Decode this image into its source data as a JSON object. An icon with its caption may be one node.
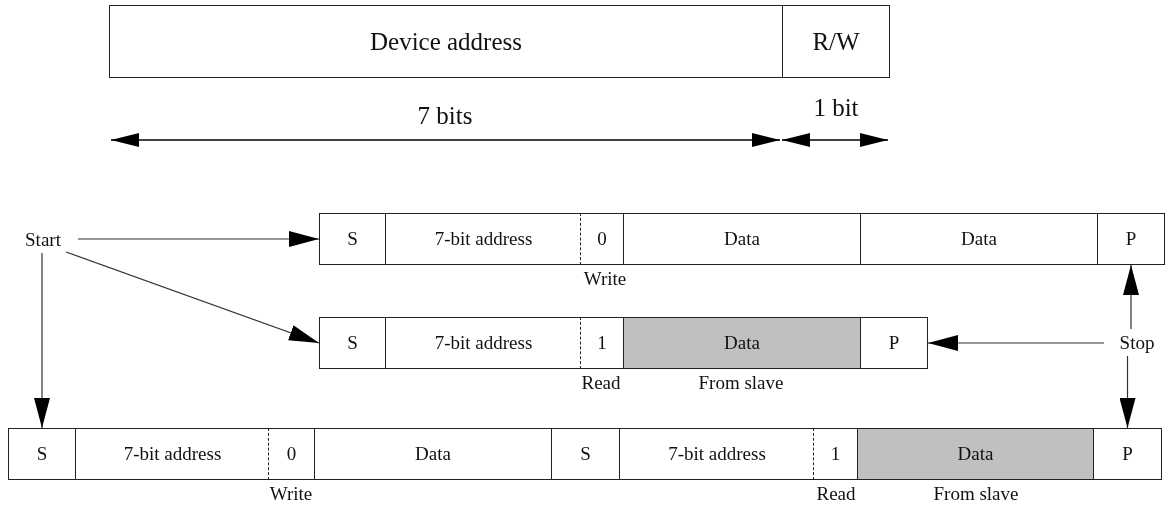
{
  "diagram": {
    "nodes": [
      {
        "text": [
          "Device address"
        ]
      },
      {
        "text": [
          "R/W"
        ]
      },
      {
        "text": [
          "Start"
        ]
      },
      {
        "text": [
          "S"
        ]
      },
      {
        "text": [
          "7-bit address"
        ]
      },
      {
        "text": [
          "0"
        ],
        "beside": [
          "Write"
        ]
      },
      {
        "text": [
          "Data"
        ]
      },
      {
        "text": [
          "Data"
        ]
      },
      {
        "text": [
          "P"
        ]
      },
      {
        "text": [
          "S"
        ]
      },
      {
        "text": [
          "7-bit address"
        ]
      },
      {
        "text": [
          "1"
        ],
        "beside": [
          "Read"
        ]
      },
      {
        "text": [
          "Data"
        ],
        "beside": [
          "From slave"
        ]
      },
      {
        "text": [
          "P"
        ]
      },
      {
        "text": [
          "Stop"
        ]
      },
      {
        "text": [
          "S"
        ]
      },
      {
        "text": [
          "7-bit address"
        ]
      },
      {
        "text": [
          "0"
        ],
        "beside": [
          "Write"
        ]
      },
      {
        "text": [
          "Data"
        ]
      },
      {
        "text": [
          "S"
        ]
      },
      {
        "text": [
          "7-bit address"
        ]
      },
      {
        "text": [
          "1"
        ],
        "beside": [
          "Read"
        ]
      },
      {
        "text": [
          "Data"
        ],
        "beside": [
          "From slave"
        ]
      },
      {
        "text": [
          "P"
        ]
      }
    ],
    "edges": [
      {
        "from": 2,
        "to": 3,
        "arrow": "to"
      },
      {
        "from": 2,
        "to": 9,
        "arrow": "to"
      },
      {
        "from": 2,
        "to": 15,
        "arrow": "to"
      },
      {
        "from": 14,
        "to": 8,
        "arrow": "to"
      },
      {
        "from": 14,
        "to": 13,
        "arrow": "to"
      },
      {
        "from": 14,
        "to": 23,
        "arrow": "to"
      }
    ],
    "labels": [
      "7 bits",
      "1 bit"
    ]
  }
}
